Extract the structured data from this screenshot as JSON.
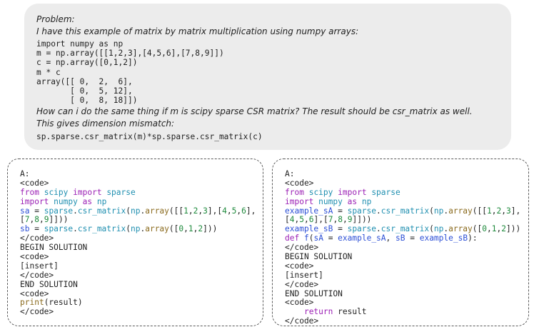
{
  "problem": {
    "label": "Problem:",
    "intro": "I have this example of matrix by matrix multiplication using numpy arrays:",
    "code_lines": [
      "import numpy as np",
      "m = np.array([[1,2,3],[4,5,6],[7,8,9]])",
      "c = np.array([0,1,2])",
      "m * c",
      "array([[ 0,  2,  6],",
      "       [ 0,  5, 12],",
      "       [ 0,  8, 18]])"
    ],
    "question": "How can i do the same thing if m is scipy sparse CSR matrix? The result should be csr_matrix as well.",
    "note": "This gives dimension mismatch:",
    "last_code": "sp.sparse.csr_matrix(m)*sp.sparse.csr_matrix(c)"
  },
  "left_box": {
    "lines": [
      [
        {
          "t": "A:",
          "c": "p"
        }
      ],
      [
        {
          "t": "<code>",
          "c": "p"
        }
      ],
      [
        {
          "t": "from",
          "c": "kw"
        },
        {
          "t": " ",
          "c": "p"
        },
        {
          "t": "scipy",
          "c": "mod"
        },
        {
          "t": " ",
          "c": "p"
        },
        {
          "t": "import",
          "c": "kw"
        },
        {
          "t": " ",
          "c": "p"
        },
        {
          "t": "sparse",
          "c": "mod"
        }
      ],
      [
        {
          "t": "import",
          "c": "kw"
        },
        {
          "t": " ",
          "c": "p"
        },
        {
          "t": "numpy",
          "c": "mod"
        },
        {
          "t": " ",
          "c": "p"
        },
        {
          "t": "as",
          "c": "kw"
        },
        {
          "t": " ",
          "c": "p"
        },
        {
          "t": "np",
          "c": "mod"
        }
      ],
      [
        {
          "t": "sa",
          "c": "var"
        },
        {
          "t": " = ",
          "c": "p"
        },
        {
          "t": "sparse",
          "c": "mod"
        },
        {
          "t": ".",
          "c": "p"
        },
        {
          "t": "csr_matrix",
          "c": "mod"
        },
        {
          "t": "(",
          "c": "p"
        },
        {
          "t": "np",
          "c": "mod"
        },
        {
          "t": ".",
          "c": "p"
        },
        {
          "t": "array",
          "c": "fn"
        },
        {
          "t": "([[",
          "c": "p"
        },
        {
          "t": "1",
          "c": "num"
        },
        {
          "t": ",",
          "c": "p"
        },
        {
          "t": "2",
          "c": "num"
        },
        {
          "t": ",",
          "c": "p"
        },
        {
          "t": "3",
          "c": "num"
        },
        {
          "t": "],[",
          "c": "p"
        },
        {
          "t": "4",
          "c": "num"
        },
        {
          "t": ",",
          "c": "p"
        },
        {
          "t": "5",
          "c": "num"
        },
        {
          "t": ",",
          "c": "p"
        },
        {
          "t": "6",
          "c": "num"
        },
        {
          "t": "],",
          "c": "p"
        }
      ],
      [
        {
          "t": "[",
          "c": "p"
        },
        {
          "t": "7",
          "c": "num"
        },
        {
          "t": ",",
          "c": "p"
        },
        {
          "t": "8",
          "c": "num"
        },
        {
          "t": ",",
          "c": "p"
        },
        {
          "t": "9",
          "c": "num"
        },
        {
          "t": "]]))",
          "c": "p"
        }
      ],
      [
        {
          "t": "sb",
          "c": "var"
        },
        {
          "t": " = ",
          "c": "p"
        },
        {
          "t": "sparse",
          "c": "mod"
        },
        {
          "t": ".",
          "c": "p"
        },
        {
          "t": "csr_matrix",
          "c": "mod"
        },
        {
          "t": "(",
          "c": "p"
        },
        {
          "t": "np",
          "c": "mod"
        },
        {
          "t": ".",
          "c": "p"
        },
        {
          "t": "array",
          "c": "fn"
        },
        {
          "t": "([",
          "c": "p"
        },
        {
          "t": "0",
          "c": "num"
        },
        {
          "t": ",",
          "c": "p"
        },
        {
          "t": "1",
          "c": "num"
        },
        {
          "t": ",",
          "c": "p"
        },
        {
          "t": "2",
          "c": "num"
        },
        {
          "t": "]))",
          "c": "p"
        }
      ],
      [
        {
          "t": "</code>",
          "c": "p"
        }
      ],
      [
        {
          "t": "BEGIN SOLUTION",
          "c": "p"
        }
      ],
      [
        {
          "t": "<code>",
          "c": "p"
        }
      ],
      [
        {
          "t": "[insert]",
          "c": "p"
        }
      ],
      [
        {
          "t": "</code>",
          "c": "p"
        }
      ],
      [
        {
          "t": "END SOLUTION",
          "c": "p"
        }
      ],
      [
        {
          "t": "<code>",
          "c": "p"
        }
      ],
      [
        {
          "t": "print",
          "c": "fn"
        },
        {
          "t": "(result)",
          "c": "p"
        }
      ],
      [
        {
          "t": "</code>",
          "c": "p"
        }
      ]
    ]
  },
  "right_box": {
    "lines": [
      [
        {
          "t": "A:",
          "c": "p"
        }
      ],
      [
        {
          "t": "<code>",
          "c": "p"
        }
      ],
      [
        {
          "t": "from",
          "c": "kw"
        },
        {
          "t": " ",
          "c": "p"
        },
        {
          "t": "scipy",
          "c": "mod"
        },
        {
          "t": " ",
          "c": "p"
        },
        {
          "t": "import",
          "c": "kw"
        },
        {
          "t": " ",
          "c": "p"
        },
        {
          "t": "sparse",
          "c": "mod"
        }
      ],
      [
        {
          "t": "import",
          "c": "kw"
        },
        {
          "t": " ",
          "c": "p"
        },
        {
          "t": "numpy",
          "c": "mod"
        },
        {
          "t": " ",
          "c": "p"
        },
        {
          "t": "as",
          "c": "kw"
        },
        {
          "t": " ",
          "c": "p"
        },
        {
          "t": "np",
          "c": "mod"
        }
      ],
      [
        {
          "t": "example_sA",
          "c": "var"
        },
        {
          "t": " = ",
          "c": "p"
        },
        {
          "t": "sparse",
          "c": "mod"
        },
        {
          "t": ".",
          "c": "p"
        },
        {
          "t": "csr_matrix",
          "c": "mod"
        },
        {
          "t": "(",
          "c": "p"
        },
        {
          "t": "np",
          "c": "mod"
        },
        {
          "t": ".",
          "c": "p"
        },
        {
          "t": "array",
          "c": "fn"
        },
        {
          "t": "([[",
          "c": "p"
        },
        {
          "t": "1",
          "c": "num"
        },
        {
          "t": ",",
          "c": "p"
        },
        {
          "t": "2",
          "c": "num"
        },
        {
          "t": ",",
          "c": "p"
        },
        {
          "t": "3",
          "c": "num"
        },
        {
          "t": "],",
          "c": "p"
        }
      ],
      [
        {
          "t": "[",
          "c": "p"
        },
        {
          "t": "4",
          "c": "num"
        },
        {
          "t": ",",
          "c": "p"
        },
        {
          "t": "5",
          "c": "num"
        },
        {
          "t": ",",
          "c": "p"
        },
        {
          "t": "6",
          "c": "num"
        },
        {
          "t": "],[",
          "c": "p"
        },
        {
          "t": "7",
          "c": "num"
        },
        {
          "t": ",",
          "c": "p"
        },
        {
          "t": "8",
          "c": "num"
        },
        {
          "t": ",",
          "c": "p"
        },
        {
          "t": "9",
          "c": "num"
        },
        {
          "t": "]]))",
          "c": "p"
        }
      ],
      [
        {
          "t": "example_sB",
          "c": "var"
        },
        {
          "t": " = ",
          "c": "p"
        },
        {
          "t": "sparse",
          "c": "mod"
        },
        {
          "t": ".",
          "c": "p"
        },
        {
          "t": "csr_matrix",
          "c": "mod"
        },
        {
          "t": "(",
          "c": "p"
        },
        {
          "t": "np",
          "c": "mod"
        },
        {
          "t": ".",
          "c": "p"
        },
        {
          "t": "array",
          "c": "fn"
        },
        {
          "t": "([",
          "c": "p"
        },
        {
          "t": "0",
          "c": "num"
        },
        {
          "t": ",",
          "c": "p"
        },
        {
          "t": "1",
          "c": "num"
        },
        {
          "t": ",",
          "c": "p"
        },
        {
          "t": "2",
          "c": "num"
        },
        {
          "t": "]))",
          "c": "p"
        }
      ],
      [
        {
          "t": "def",
          "c": "kw"
        },
        {
          "t": " ",
          "c": "p"
        },
        {
          "t": "f",
          "c": "var"
        },
        {
          "t": "(",
          "c": "p"
        },
        {
          "t": "sA",
          "c": "var"
        },
        {
          "t": " = ",
          "c": "p"
        },
        {
          "t": "example_sA",
          "c": "var"
        },
        {
          "t": ", ",
          "c": "p"
        },
        {
          "t": "sB",
          "c": "var"
        },
        {
          "t": " = ",
          "c": "p"
        },
        {
          "t": "example_sB",
          "c": "var"
        },
        {
          "t": "):",
          "c": "p"
        }
      ],
      [
        {
          "t": "</code>",
          "c": "p"
        }
      ],
      [
        {
          "t": "BEGIN SOLUTION",
          "c": "p"
        }
      ],
      [
        {
          "t": "<code>",
          "c": "p"
        }
      ],
      [
        {
          "t": "[insert]",
          "c": "p"
        }
      ],
      [
        {
          "t": "</code>",
          "c": "p"
        }
      ],
      [
        {
          "t": "END SOLUTION",
          "c": "p"
        }
      ],
      [
        {
          "t": "<code>",
          "c": "p"
        }
      ],
      [
        {
          "t": "    ",
          "c": "p"
        },
        {
          "t": "return",
          "c": "kw"
        },
        {
          "t": " result",
          "c": "p"
        }
      ],
      [
        {
          "t": "</code>",
          "c": "p"
        }
      ]
    ]
  }
}
